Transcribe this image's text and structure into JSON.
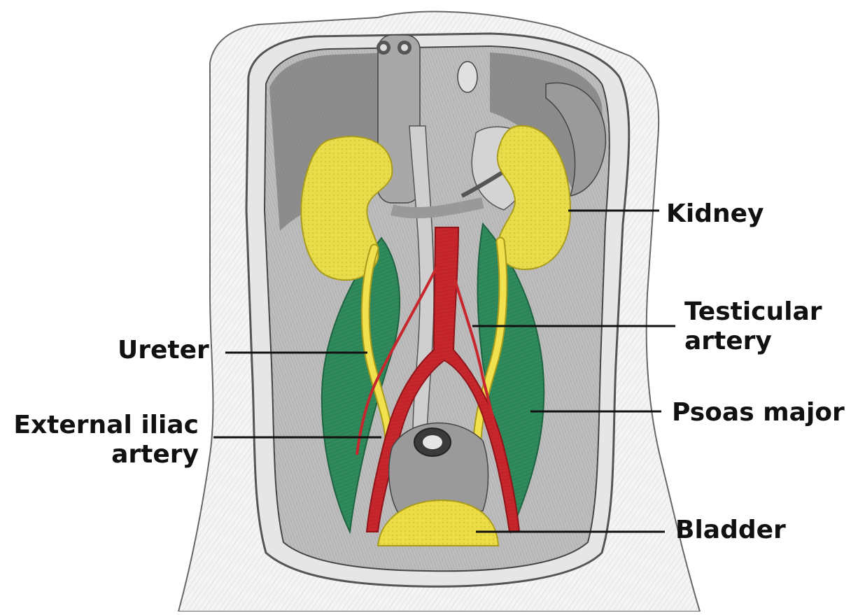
{
  "colors": {
    "background": "#ffffff",
    "skin": "#f4f4f4",
    "wall_shade": "#d9d9d9",
    "cavity_dark": "#8d8d8d",
    "kidney": "#e8dc4a",
    "ureter": "#f1e14f",
    "bladder": "#ecdb45",
    "artery": "#c8262d",
    "artery_dark": "#8f1519",
    "psoas": "#2f8a5c",
    "psoas_dark": "#1f6441",
    "vein": "#bdbdbd",
    "leader": "#111111",
    "label_text": "#111111"
  },
  "labels": {
    "kidney": "Kidney",
    "testicular_line1": "Testicular",
    "testicular_line2": "artery",
    "ureter": "Ureter",
    "psoas": "Psoas major",
    "iliac_line1": "External iliac",
    "iliac_line2": "artery",
    "bladder": "Bladder"
  }
}
